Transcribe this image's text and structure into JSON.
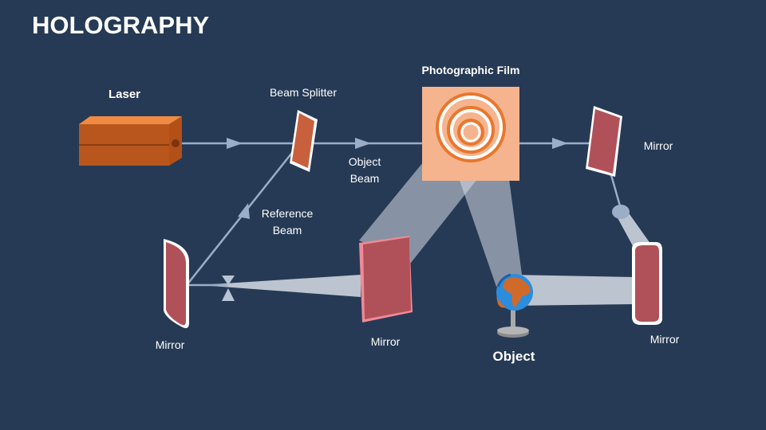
{
  "title": "HOLOGRAPHY",
  "labels": {
    "laser": "Laser",
    "beam_splitter": "Beam Splitter",
    "photographic_film": "Photographic Film",
    "object_beam_line1": "Object",
    "object_beam_line2": "Beam",
    "reference_beam_line1": "Reference",
    "reference_beam_line2": "Beam",
    "mirror_top_right": "Mirror",
    "mirror_left": "Mirror",
    "mirror_center": "Mirror",
    "mirror_bottom_right": "Mirror",
    "object": "Object"
  },
  "colors": {
    "background": "#263a55",
    "laser_orange": "#e8772e",
    "laser_dark": "#b5501a",
    "mirror_red": "#b05159",
    "film_peach": "#f5b48d",
    "beam_line": "#9aaec8",
    "beam_cone": "#d7dde6"
  },
  "icons": {
    "object": "globe-icon",
    "lens": "lens-icon"
  }
}
